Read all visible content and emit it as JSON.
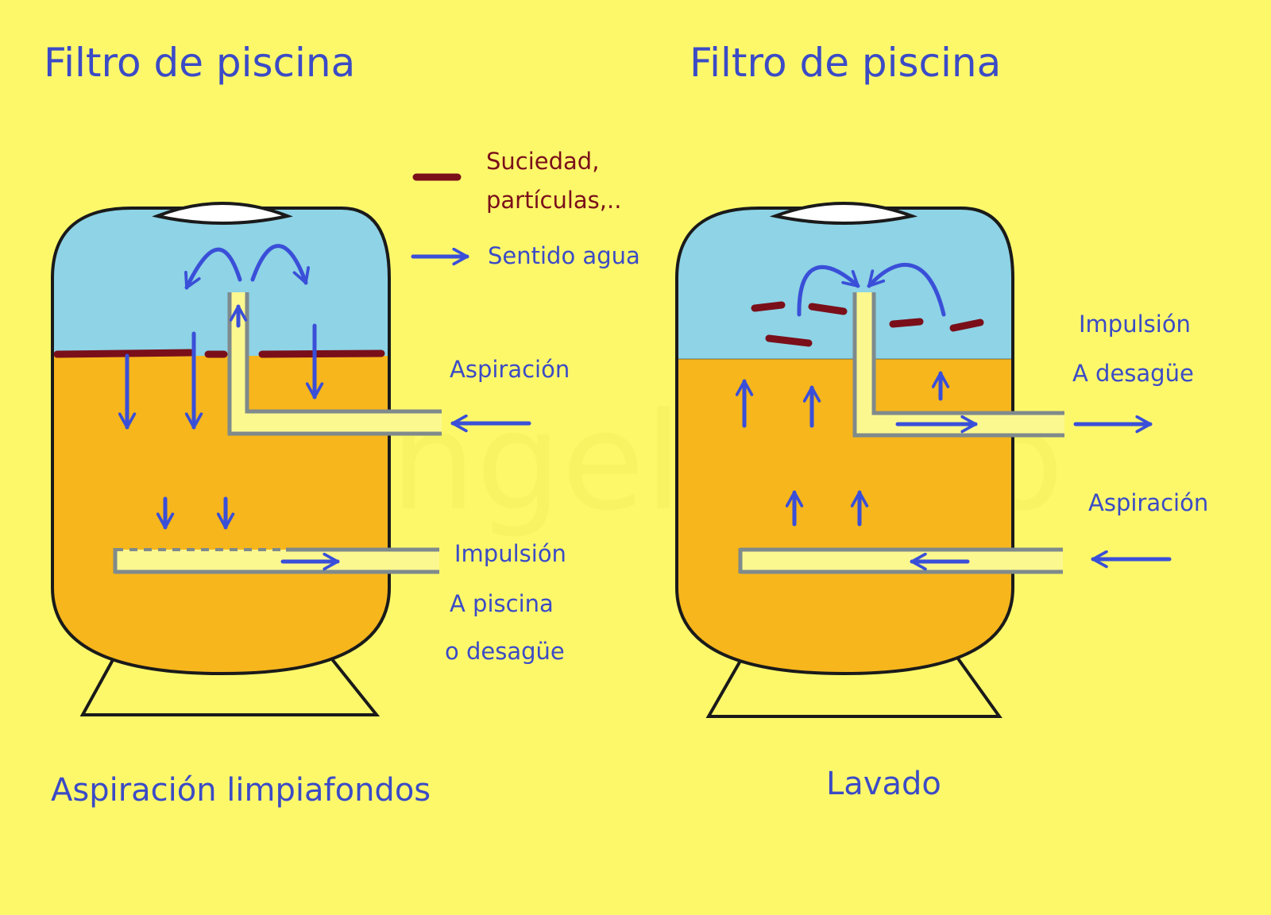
{
  "left": {
    "title": "Filtro de piscina",
    "labels": {
      "inlet": "Aspiración",
      "outlet": "Impulsión",
      "outlet_dest_1": "A piscina",
      "outlet_dest_2": "o desagüe"
    },
    "caption": "Aspiración limpiafondos"
  },
  "right": {
    "title": "Filtro de piscina",
    "labels": {
      "outlet": "Impulsión",
      "outlet_dest": "A desagüe",
      "inlet": "Aspiración"
    },
    "caption": "Lavado"
  },
  "legend": {
    "dirt_line_1": "Suciedad,",
    "dirt_line_2": "partículas,..",
    "flow": "Sentido agua"
  },
  "watermark": "Angelafedo",
  "colors": {
    "background": "#fcf86a",
    "water": "#8ed3e6",
    "sand": "#f6b61c",
    "pipe": "#fcf890",
    "pipe_edge": "#7f8a8c",
    "outline": "#1a1a1a",
    "arrow": "#3a4fd8",
    "dirt": "#7a0f1a"
  }
}
